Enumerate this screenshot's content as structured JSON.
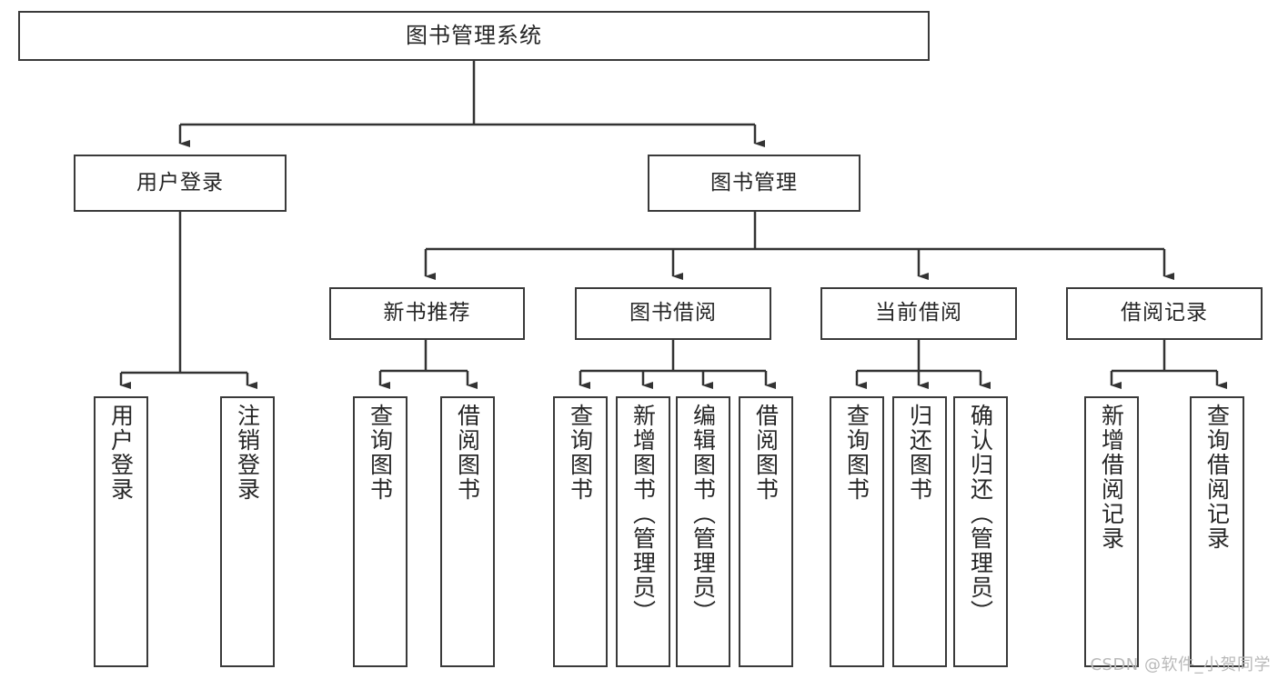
{
  "diagram": {
    "title": "图书管理系统",
    "type": "tree-hierarchy",
    "watermark": "CSDN @软件_小贺同学",
    "colors": {
      "box_border": "#3a3a3a",
      "box_fill": "#ffffff",
      "edge": "#333333",
      "text": "#262626",
      "watermark": "#b9b9b9",
      "background": "#ffffff"
    },
    "nodes": {
      "root": {
        "label": "图书管理系统"
      },
      "level2": [
        {
          "label": "用户登录"
        },
        {
          "label": "图书管理"
        }
      ],
      "level3": [
        {
          "label": "新书推荐"
        },
        {
          "label": "图书借阅"
        },
        {
          "label": "当前借阅"
        },
        {
          "label": "借阅记录"
        }
      ],
      "leaves_user_login": [
        {
          "label": "用户登录"
        },
        {
          "label": "注销登录"
        }
      ],
      "leaves_new_book": [
        {
          "label": "查询图书"
        },
        {
          "label": "借阅图书"
        }
      ],
      "leaves_book_borrow": [
        {
          "label": "查询图书"
        },
        {
          "label": "新增图书（管理员）"
        },
        {
          "label": "编辑图书（管理员）"
        },
        {
          "label": "借阅图书"
        }
      ],
      "leaves_current_borrow": [
        {
          "label": "查询图书"
        },
        {
          "label": "归还图书"
        },
        {
          "label": "确认归还（管理员）"
        }
      ],
      "leaves_borrow_record": [
        {
          "label": "新增借阅记录"
        },
        {
          "label": "查询借阅记录"
        }
      ]
    }
  }
}
